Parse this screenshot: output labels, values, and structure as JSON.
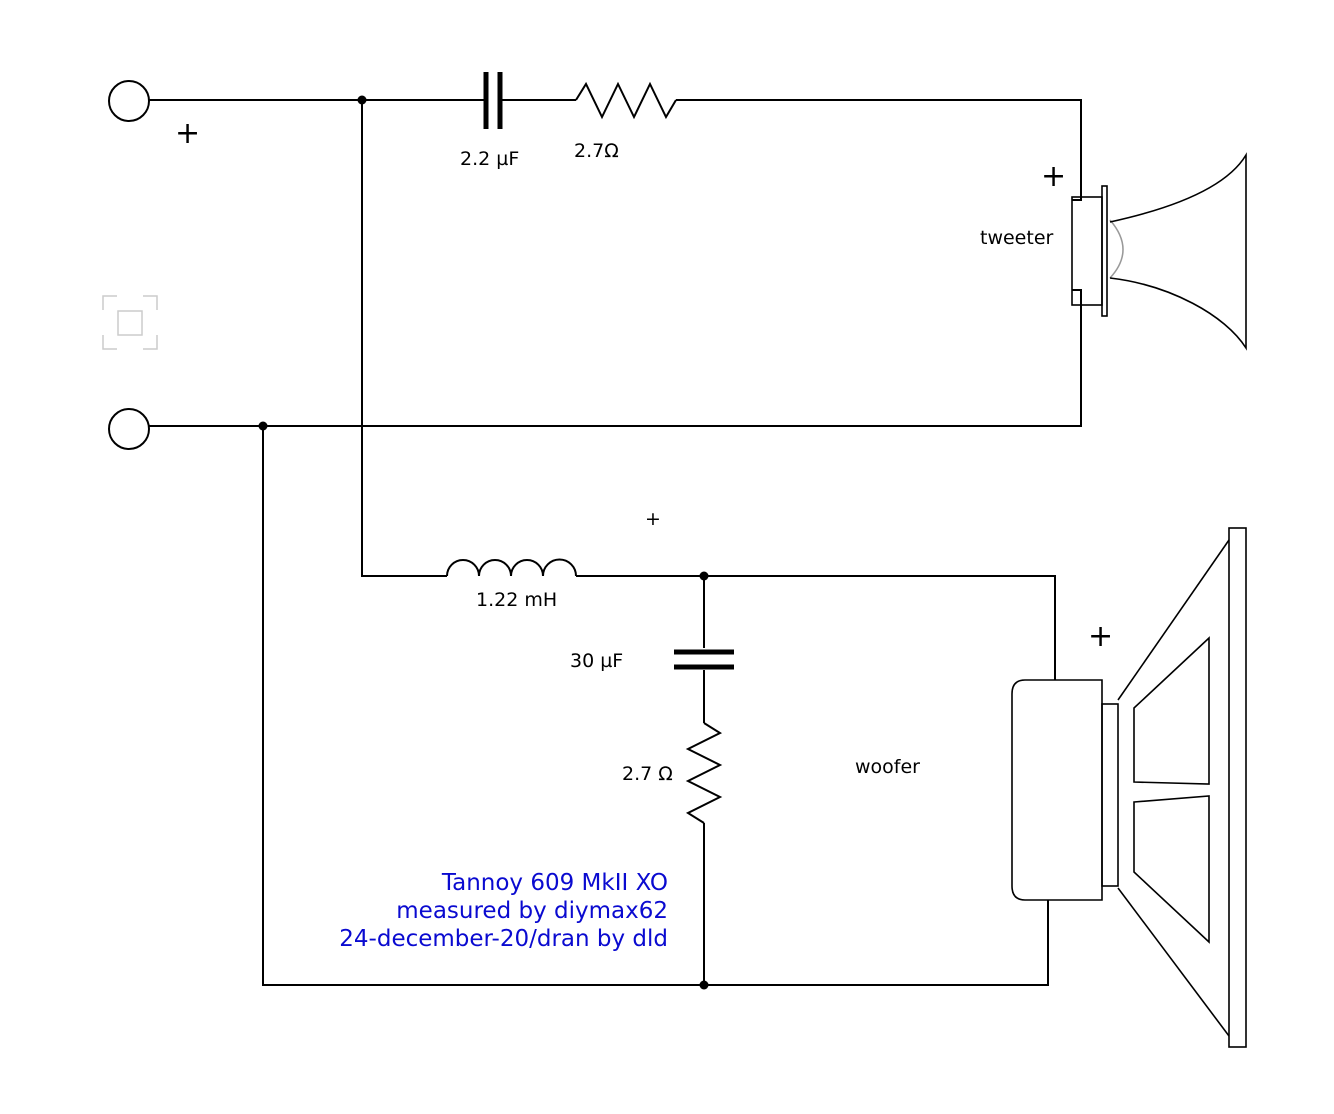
{
  "components": {
    "tweeter_capacitor": "2.2 µF",
    "tweeter_resistor": "2.7Ω",
    "woofer_inductor": "1.22 mH",
    "woofer_capacitor": "30 µF",
    "woofer_resistor": "2.7 Ω"
  },
  "drivers": {
    "tweeter": "tweeter",
    "woofer": "woofer"
  },
  "polarity": {
    "input_plus": "+",
    "tweeter_plus": "+",
    "woofer_plus": "+",
    "cursor_plus": "+"
  },
  "credits": {
    "line1": "Tannoy 609 MkII XO",
    "line2": "measured by diymax62",
    "line3": "24-december-20/dran by dld"
  }
}
